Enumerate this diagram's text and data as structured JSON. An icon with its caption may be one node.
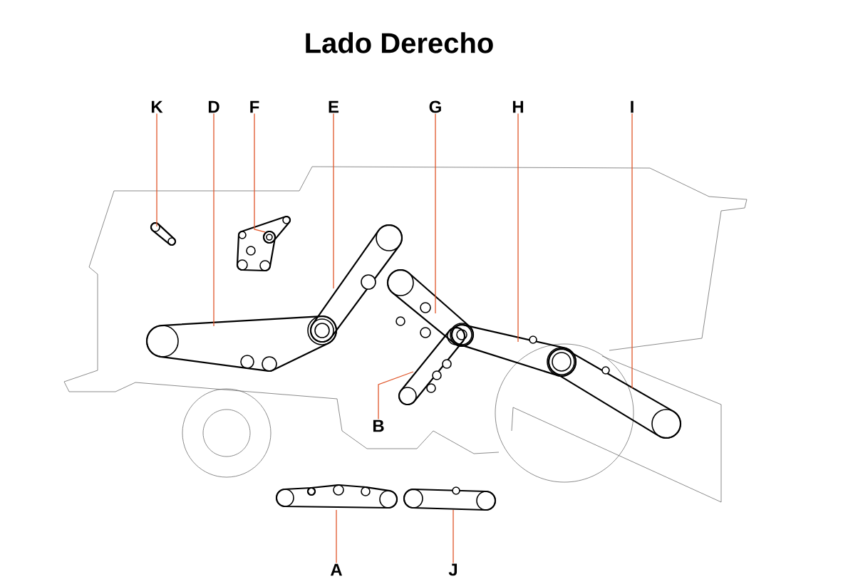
{
  "diagram": {
    "title": "Lado Derecho",
    "nodes": [
      {
        "text": [
          "K"
        ]
      },
      {
        "text": [
          "D"
        ]
      },
      {
        "text": [
          "F"
        ]
      },
      {
        "text": [
          "E"
        ]
      },
      {
        "text": [
          "G"
        ]
      },
      {
        "text": [
          "H"
        ]
      },
      {
        "text": [
          "I"
        ]
      },
      {
        "text": [
          "B"
        ]
      },
      {
        "text": [
          "A"
        ]
      },
      {
        "text": [
          "J"
        ]
      },
      {
        "text": [],
        "shape": "picture"
      },
      {
        "text": [],
        "shape": "picture"
      },
      {
        "text": [],
        "shape": "picture"
      },
      {
        "text": [],
        "shape": "picture"
      },
      {
        "text": [],
        "shape": "picture"
      },
      {
        "text": [],
        "shape": "picture"
      },
      {
        "text": [],
        "shape": "picture"
      },
      {
        "text": [],
        "shape": "picture"
      },
      {
        "text": [],
        "shape": "picture"
      },
      {
        "text": [],
        "shape": "picture"
      }
    ],
    "edges": [
      {
        "from": 0,
        "to": 10,
        "arrow": "none"
      },
      {
        "from": 1,
        "to": 11,
        "arrow": "none"
      },
      {
        "from": 2,
        "to": 12,
        "arrow": "none"
      },
      {
        "from": 3,
        "to": 13,
        "arrow": "none"
      },
      {
        "from": 4,
        "to": 14,
        "arrow": "none"
      },
      {
        "from": 5,
        "to": 15,
        "arrow": "none"
      },
      {
        "from": 6,
        "to": 16,
        "arrow": "none"
      },
      {
        "from": 7,
        "to": 17,
        "arrow": "none"
      },
      {
        "from": 8,
        "to": 18,
        "arrow": "none"
      },
      {
        "from": 9,
        "to": 19,
        "arrow": "none"
      }
    ]
  }
}
